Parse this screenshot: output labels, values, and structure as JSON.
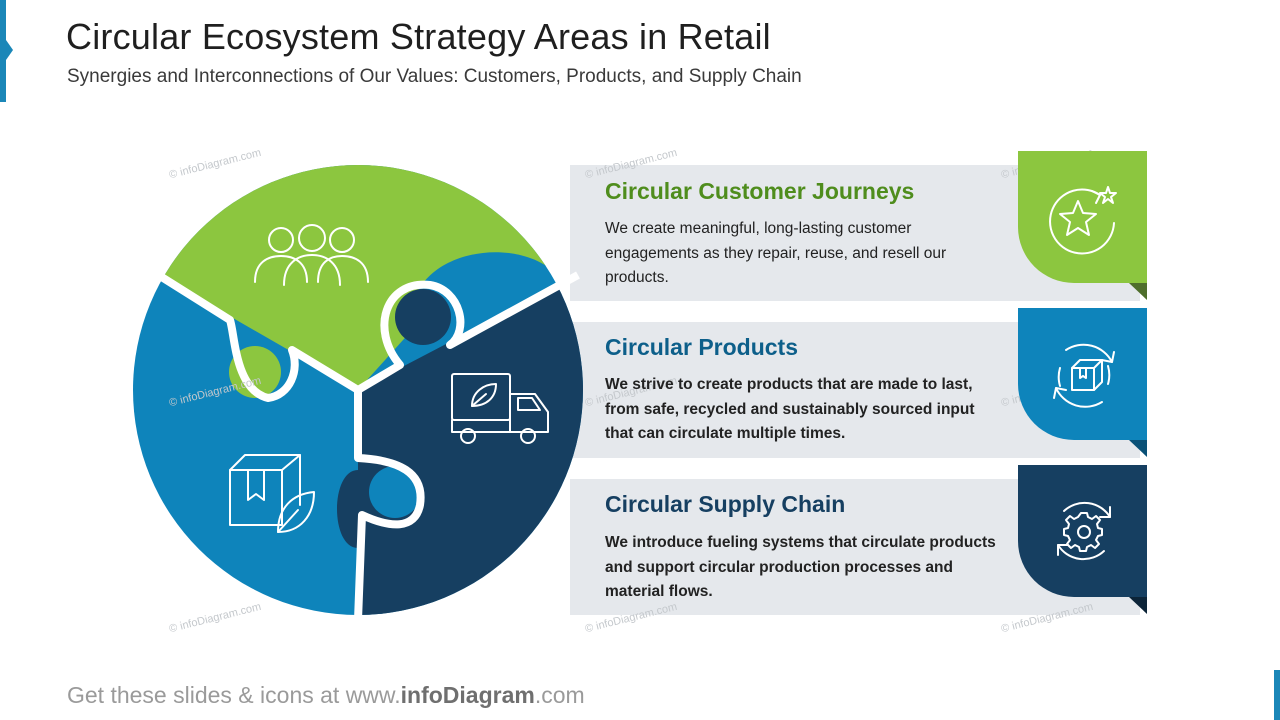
{
  "header": {
    "title": "Circular Ecosystem Strategy Areas in Retail",
    "subtitle": "Synergies and Interconnections of Our Values: Customers, Products, and Supply Chain"
  },
  "colors": {
    "green": "#8cc63f",
    "blue": "#0e84bb",
    "navy": "#163f61",
    "band_gray": "#e5e8ec",
    "accent": "#1b87b8"
  },
  "puzzle_pieces": [
    {
      "name": "customers",
      "color": "green",
      "icon": "people-group-icon"
    },
    {
      "name": "products",
      "color": "blue",
      "icon": "box-leaf-icon"
    },
    {
      "name": "supply-chain",
      "color": "navy",
      "icon": "eco-truck-icon"
    }
  ],
  "areas": [
    {
      "title": "Circular Customer Journeys",
      "description": "We create meaningful, long-lasting customer engagements as they repair, reuse, and resell our products.",
      "color": "#4f8d1d",
      "tile_color": "#8cc63f",
      "icon": "star-cycle-icon"
    },
    {
      "title": "Circular Products",
      "description": "We strive to create products that are made to last, from safe, recycled and sustainably sourced input that can circulate multiple times.",
      "color": "#0d5f8a",
      "tile_color": "#0e84bb",
      "icon": "box-cycle-icon"
    },
    {
      "title": "Circular Supply Chain",
      "description": "We introduce fueling systems that circulate products and support circular production processes and material flows.",
      "color": "#163f61",
      "tile_color": "#163f61",
      "icon": "gear-cycle-icon"
    }
  ],
  "watermark": "© infoDiagram.com",
  "footer": {
    "prefix": "Get these slides & icons at www.",
    "brand": "infoDiagram",
    "suffix": ".com"
  }
}
